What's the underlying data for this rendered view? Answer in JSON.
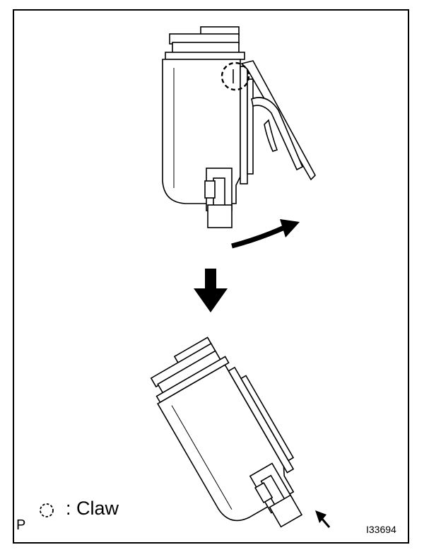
{
  "legend": {
    "symbol": "◌",
    "label": ": Claw"
  },
  "p_mark": "P",
  "figure_id": "I33694",
  "colors": {
    "ink": "#000000",
    "paper": "#ffffff"
  },
  "icons": [
    "claw-circle-icon",
    "rotate-arrow-icon",
    "down-arrow-icon",
    "push-arrow-icon"
  ]
}
